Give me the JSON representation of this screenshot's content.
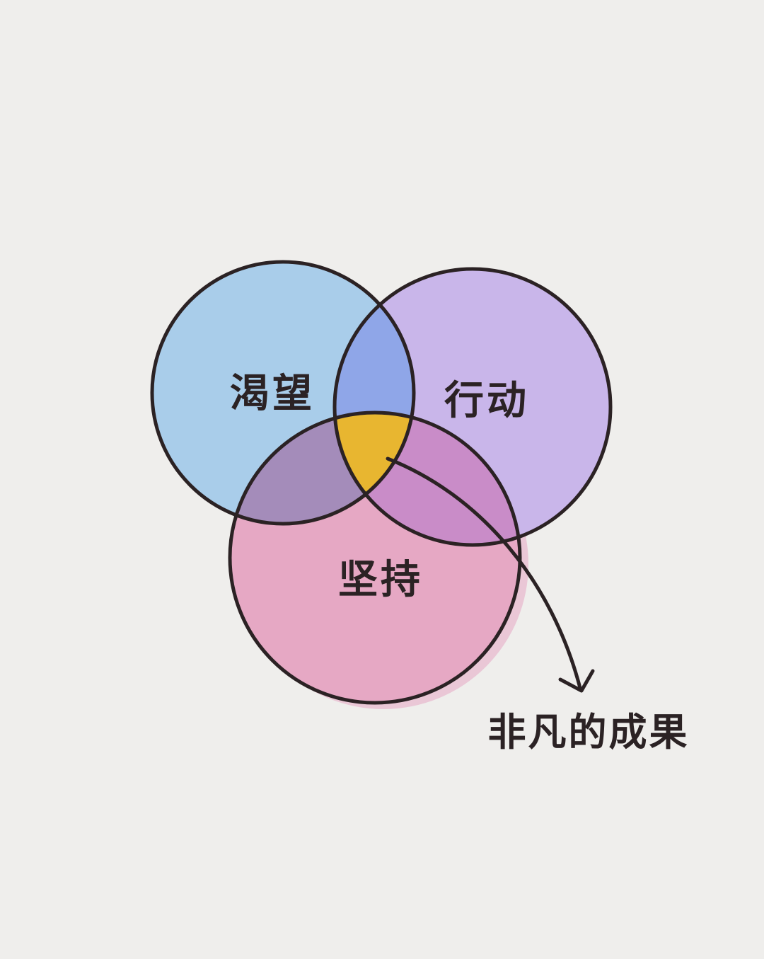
{
  "diagram": {
    "type": "venn",
    "sets": [
      {
        "label": "渴望",
        "color": "#a9cdea"
      },
      {
        "label": "行动",
        "color": "#c9b6ea"
      },
      {
        "label": "坚持",
        "color": "#e6a8c4"
      }
    ],
    "intersection": {
      "label": "非凡的成果",
      "color": "#e8b630"
    },
    "colors": {
      "background": "#efeeec",
      "outline": "#2b2224",
      "overlap_desire_action": "#8fa6e8",
      "overlap_desire_persistence": "#a48cba",
      "overlap_action_persistence": "#c98cc8"
    }
  }
}
